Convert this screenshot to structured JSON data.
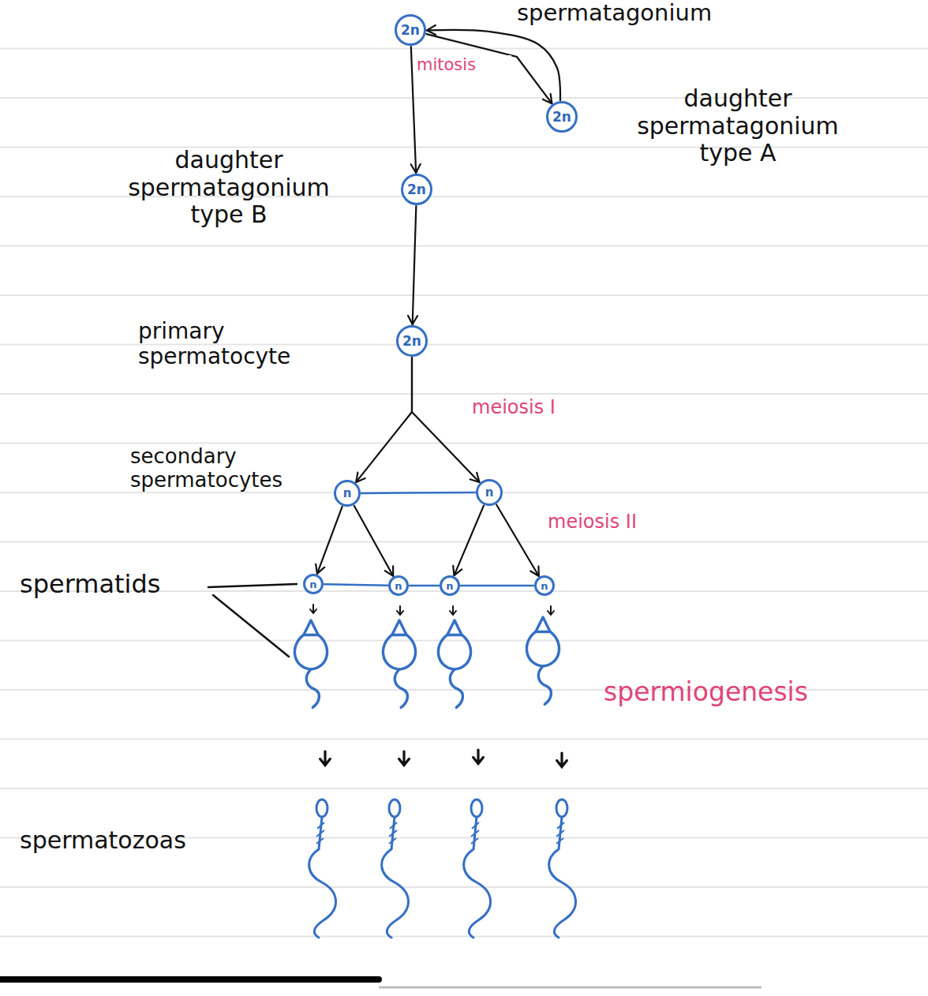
{
  "diagram": {
    "nodes": [
      {
        "text": [
          "2n"
        ]
      },
      {
        "text": [
          "2n"
        ]
      },
      {
        "text": [
          "2n"
        ]
      },
      {
        "text": [
          "2n"
        ]
      },
      {
        "text": [
          "n"
        ]
      },
      {
        "text": [
          "n"
        ]
      },
      {
        "text": [
          "n"
        ]
      },
      {
        "text": [
          "n"
        ]
      },
      {
        "text": [
          "n"
        ]
      },
      {
        "text": [
          "n"
        ]
      }
    ],
    "edges": [
      {
        "from": 0,
        "to": 1,
        "arrow": "to"
      },
      {
        "from": 1,
        "to": 0,
        "arrow": "to"
      },
      {
        "from": 0,
        "to": 2,
        "arrow": "to"
      },
      {
        "from": 2,
        "to": 3,
        "arrow": "to"
      },
      {
        "from": 3,
        "to": 4,
        "arrow": "to"
      },
      {
        "from": 3,
        "to": 5,
        "arrow": "to"
      },
      {
        "from": 4,
        "to": 5,
        "arrow": "none"
      },
      {
        "from": 4,
        "to": 6,
        "arrow": "to"
      },
      {
        "from": 4,
        "to": 7,
        "arrow": "to"
      },
      {
        "from": 5,
        "to": 8,
        "arrow": "to"
      },
      {
        "from": 5,
        "to": 9,
        "arrow": "to"
      },
      {
        "from": 6,
        "to": 7,
        "arrow": "none"
      },
      {
        "from": 7,
        "to": 8,
        "arrow": "none"
      },
      {
        "from": 8,
        "to": 9,
        "arrow": "none"
      }
    ],
    "labels": [
      "spermatagonium",
      "mitosis",
      "daughter spermatagonium type A",
      "daughter spermatagonium type B",
      "primary spermatocyte",
      "meiosis I",
      "secondary spermatocytes",
      "meiosis II",
      "spermatids",
      "spermiogenesis",
      "spermatozoas"
    ]
  }
}
